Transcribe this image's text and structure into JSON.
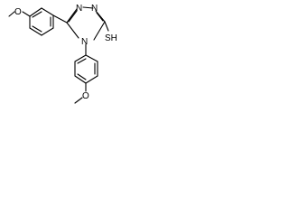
{
  "molecule": {
    "labels": {
      "methoxy_top": "O",
      "methoxy_bottom": "O",
      "n1": "N",
      "n2": "N",
      "n4": "N",
      "thiol": "SH"
    }
  }
}
